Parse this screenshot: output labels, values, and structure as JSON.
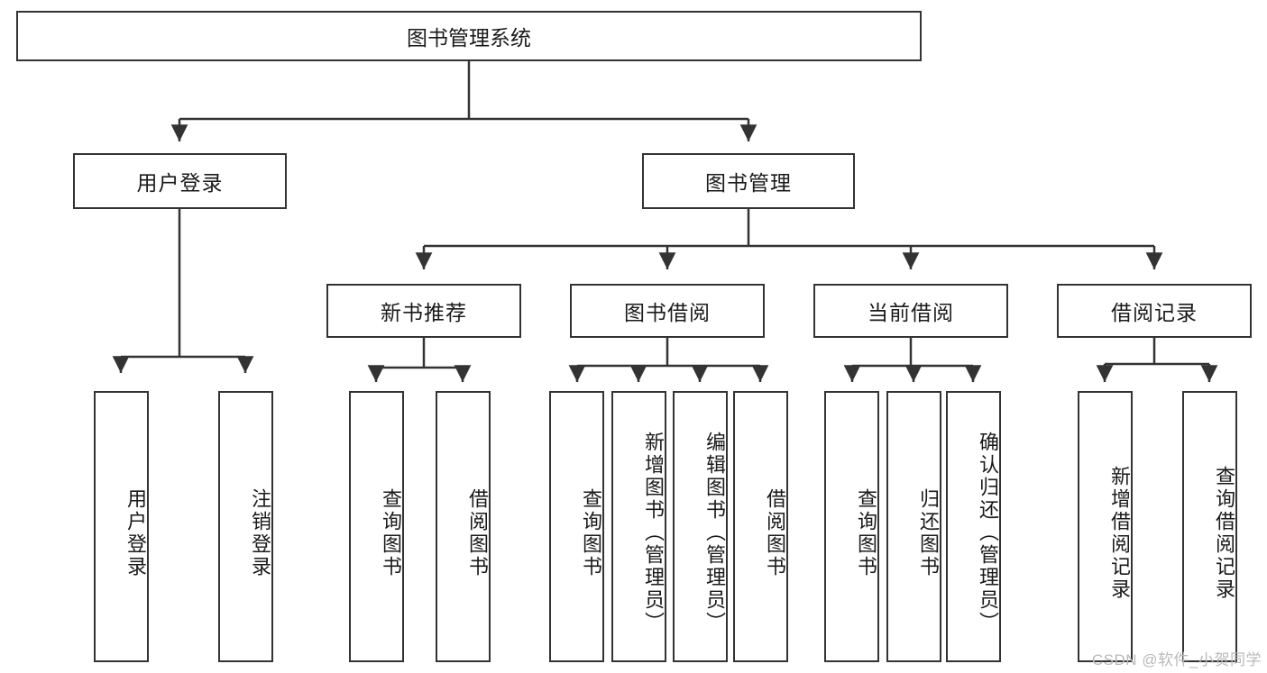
{
  "diagram": {
    "title": "图书管理系统",
    "type": "tree-hierarchy",
    "root": {
      "label": "图书管理系统"
    },
    "level2": [
      {
        "label": "用户登录"
      },
      {
        "label": "图书管理"
      }
    ],
    "level3": [
      {
        "label": "新书推荐"
      },
      {
        "label": "图书借阅"
      },
      {
        "label": "当前借阅"
      },
      {
        "label": "借阅记录"
      }
    ],
    "leaves_user_login": [
      {
        "label": "用户登录"
      },
      {
        "label": "注销登录"
      }
    ],
    "leaves_new_book": [
      {
        "label": "查询图书"
      },
      {
        "label": "借阅图书"
      }
    ],
    "leaves_borrow": [
      {
        "label": "查询图书"
      },
      {
        "label": "新增图书（管理员）"
      },
      {
        "label": "编辑图书（管理员）"
      },
      {
        "label": "借阅图书"
      }
    ],
    "leaves_current": [
      {
        "label": "查询图书"
      },
      {
        "label": "归还图书"
      },
      {
        "label": "确认归还（管理员）"
      }
    ],
    "leaves_records": [
      {
        "label": "新增借阅记录"
      },
      {
        "label": "查询借阅记录"
      }
    ]
  },
  "watermark": {
    "text": "CSDN @软件_小贺同学"
  },
  "colors": {
    "border": "#333333",
    "background": "#ffffff",
    "text": "#1a1a1a",
    "watermark": "#b9b9b9"
  }
}
